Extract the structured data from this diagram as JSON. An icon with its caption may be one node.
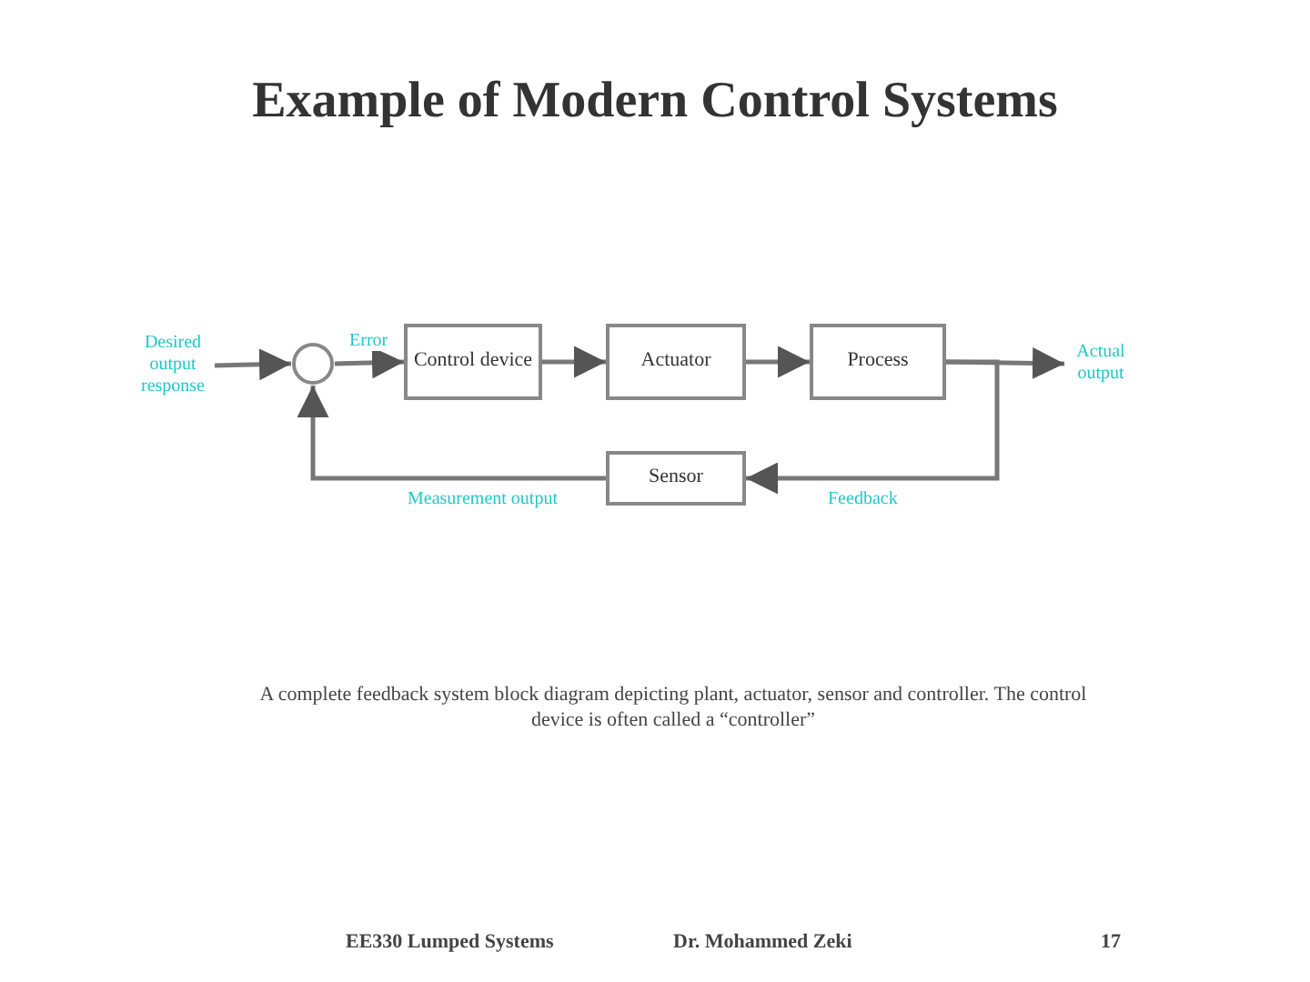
{
  "diagram": {
    "title": "Example of Modern Control Systems",
    "nodes": [
      {
        "text": [
          "Desired output response"
        ]
      },
      {
        "text": [],
        "shape": "circle"
      },
      {
        "text": [
          "Control device"
        ]
      },
      {
        "text": [
          "Actuator"
        ]
      },
      {
        "text": [
          "Process"
        ]
      },
      {
        "text": [
          "Actual output"
        ]
      },
      {
        "text": [
          "Sensor"
        ]
      }
    ],
    "edges": [
      {
        "from": 0,
        "to": 1,
        "arrow": "to"
      },
      {
        "from": 1,
        "to": 2,
        "arrow": "to",
        "label": "Error"
      },
      {
        "from": 2,
        "to": 3,
        "arrow": "to"
      },
      {
        "from": 3,
        "to": 4,
        "arrow": "to"
      },
      {
        "from": 4,
        "to": 5,
        "arrow": "to"
      },
      {
        "from": 4,
        "to": 6,
        "arrow": "to",
        "label": "Feedback"
      },
      {
        "from": 6,
        "to": 1,
        "arrow": "to",
        "label": "Measurement output"
      }
    ],
    "labels": [
      "A complete feedback system block diagram depicting plant, actuator, sensor and controller. The control device is often called a “controller”",
      "EE330 Lumped Systems",
      "Dr. Mohammed Zeki",
      "17"
    ]
  }
}
